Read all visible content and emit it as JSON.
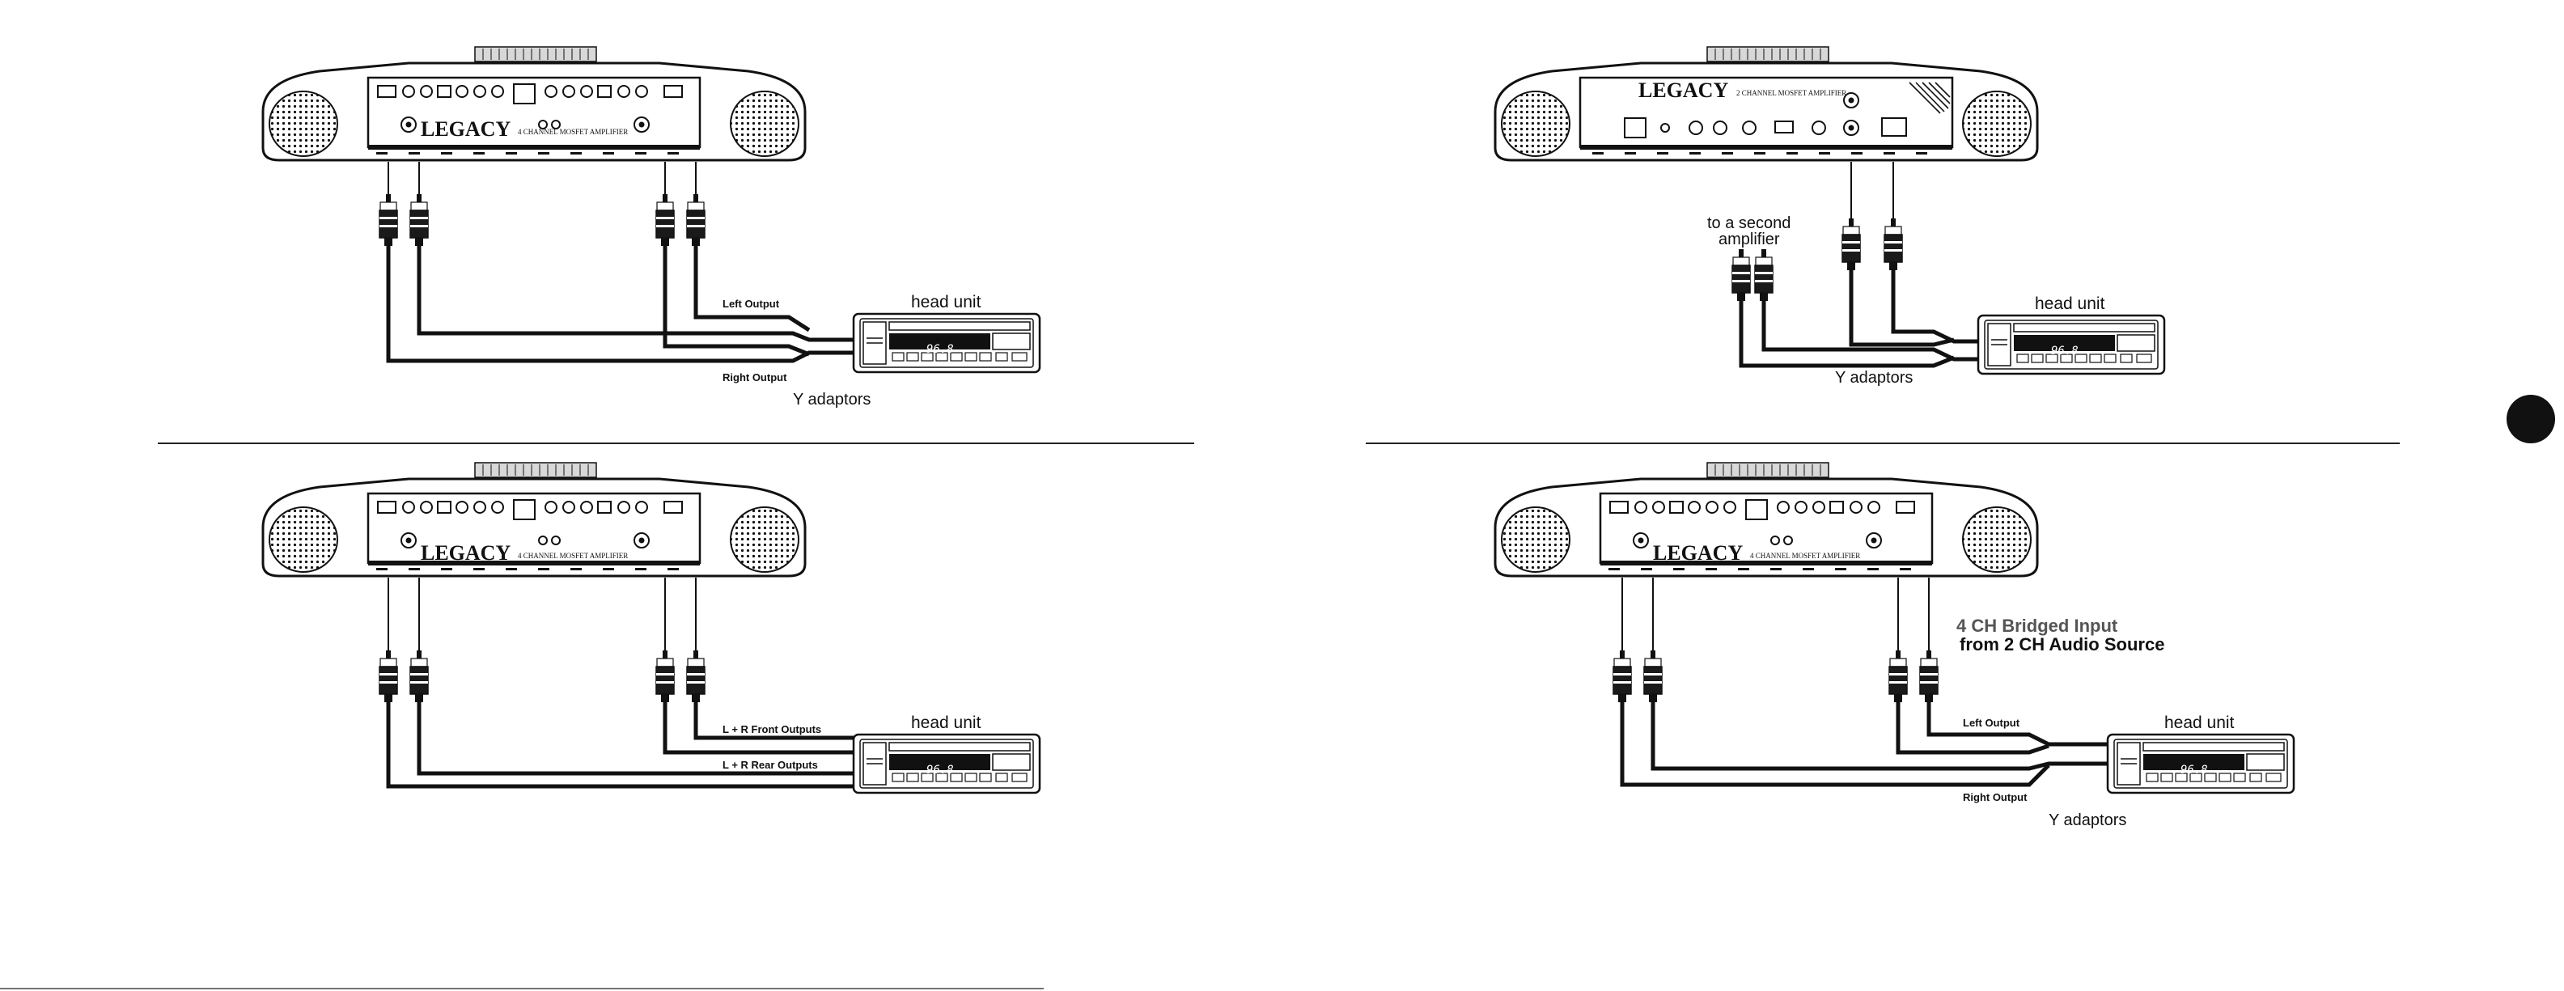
{
  "amplifier": {
    "brand": "LEGACY",
    "model_4ch": "4 CHANNEL MOSFET AMPLIFIER",
    "model_2ch": "2 CHANNEL MOSFET AMPLIFIER"
  },
  "head_unit": {
    "label": "head unit",
    "display_value": "96.8"
  },
  "panels": [
    {
      "id": "top-left",
      "labels": {
        "output_a": "Left Output",
        "output_b": "Right Output",
        "adaptor": "Y adaptors"
      }
    },
    {
      "id": "top-right",
      "labels": {
        "second_amp_line1": "to a second",
        "second_amp_line2": "amplifier",
        "adaptor": "Y adaptors"
      }
    },
    {
      "id": "bottom-left",
      "labels": {
        "output_a": "L + R Front Outputs",
        "output_b": "L + R Rear Outputs"
      }
    },
    {
      "id": "bottom-right",
      "labels": {
        "title_line1": "4 CH Bridged Input",
        "title_line2": "from 2 CH Audio Source",
        "output_a": "Left Output",
        "output_b": "Right Output",
        "adaptor": "Y adaptors"
      }
    }
  ],
  "colors": {
    "ink": "#111111",
    "page_marker": "#111111"
  }
}
